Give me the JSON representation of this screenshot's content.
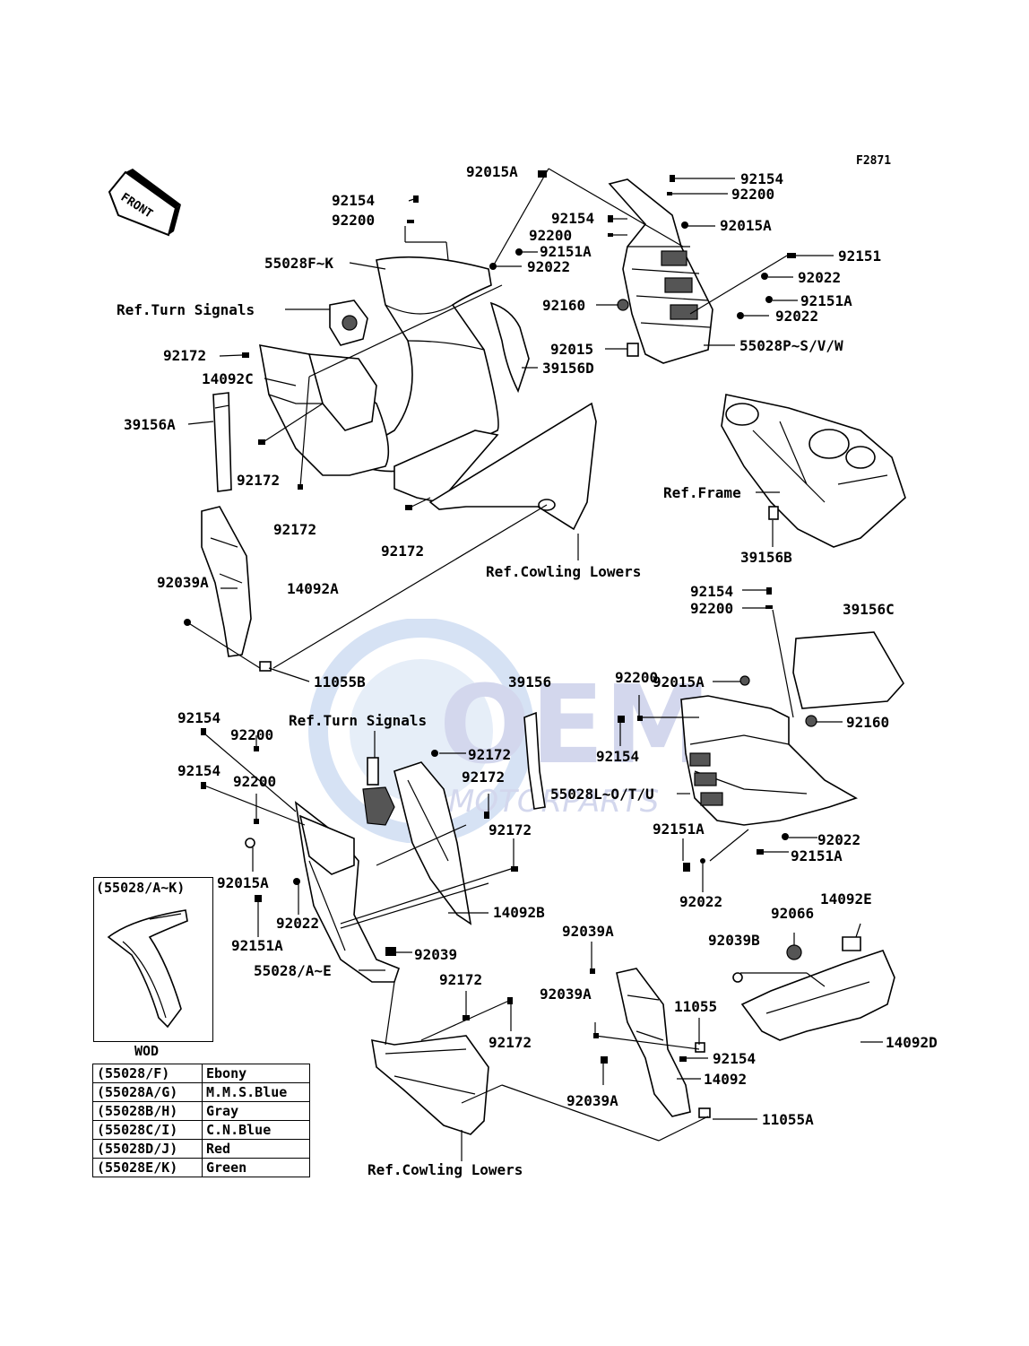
{
  "diagram_code": "F2871",
  "front_marker": "FRONT",
  "watermark": {
    "logo": "OEM",
    "sub": "MOTORPARTS"
  },
  "callouts": [
    {
      "text": "92015A"
    },
    {
      "text": "92154"
    },
    {
      "text": "92200"
    },
    {
      "text": "55028F~K"
    },
    {
      "text": "Ref.Turn Signals"
    },
    {
      "text": "92172"
    },
    {
      "text": "14092C"
    },
    {
      "text": "39156A"
    },
    {
      "text": "92172"
    },
    {
      "text": "92172"
    },
    {
      "text": "92172"
    },
    {
      "text": "92154"
    },
    {
      "text": "92200"
    },
    {
      "text": "92015A"
    },
    {
      "text": "92154"
    },
    {
      "text": "92200"
    },
    {
      "text": "92151A"
    },
    {
      "text": "92022"
    },
    {
      "text": "92151"
    },
    {
      "text": "92022"
    },
    {
      "text": "92151A"
    },
    {
      "text": "92160"
    },
    {
      "text": "92022"
    },
    {
      "text": "92015"
    },
    {
      "text": "55028P~S/V/W"
    },
    {
      "text": "39156D"
    },
    {
      "text": "Ref.Frame"
    },
    {
      "text": "39156B"
    },
    {
      "text": "Ref.Cowling Lowers"
    },
    {
      "text": "92039A"
    },
    {
      "text": "14092A"
    },
    {
      "text": "11055B"
    },
    {
      "text": "92154"
    },
    {
      "text": "92200"
    },
    {
      "text": "39156C"
    },
    {
      "text": "92015A"
    },
    {
      "text": "92200"
    },
    {
      "text": "39156"
    },
    {
      "text": "92160"
    },
    {
      "text": "92154"
    },
    {
      "text": "92200"
    },
    {
      "text": "Ref.Turn Signals"
    },
    {
      "text": "92172"
    },
    {
      "text": "92154"
    },
    {
      "text": "92172"
    },
    {
      "text": "92154"
    },
    {
      "text": "92200"
    },
    {
      "text": "55028L~O/T/U"
    },
    {
      "text": "92172"
    },
    {
      "text": "92151A"
    },
    {
      "text": "92022"
    },
    {
      "text": "92151A"
    },
    {
      "text": "92015A"
    },
    {
      "text": "92022"
    },
    {
      "text": "92022"
    },
    {
      "text": "92151A"
    },
    {
      "text": "14092B"
    },
    {
      "text": "92039"
    },
    {
      "text": "55028/A~E"
    },
    {
      "text": "92172"
    },
    {
      "text": "92172"
    },
    {
      "text": "92039A"
    },
    {
      "text": "92066"
    },
    {
      "text": "14092E"
    },
    {
      "text": "92039B"
    },
    {
      "text": "92039A"
    },
    {
      "text": "11055"
    },
    {
      "text": "92154"
    },
    {
      "text": "14092D"
    },
    {
      "text": "14092"
    },
    {
      "text": "92039A"
    },
    {
      "text": "11055A"
    },
    {
      "text": "Ref.Cowling Lowers"
    }
  ],
  "inset": {
    "title": "(55028/A~K)",
    "caption": "WOD"
  },
  "color_table": [
    {
      "code": "(55028/F)",
      "color": "Ebony"
    },
    {
      "code": "(55028A/G)",
      "color": "M.M.S.Blue"
    },
    {
      "code": "(55028B/H)",
      "color": "Gray"
    },
    {
      "code": "(55028C/I)",
      "color": "C.N.Blue"
    },
    {
      "code": "(55028D/J)",
      "color": "Red"
    },
    {
      "code": "(55028E/K)",
      "color": "Green"
    }
  ]
}
